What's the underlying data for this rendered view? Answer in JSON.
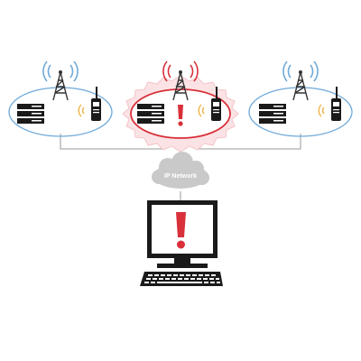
{
  "network": {
    "label": "IP Network"
  },
  "sites": [
    {
      "id": "site-left",
      "status": "normal"
    },
    {
      "id": "site-center",
      "status": "alarm"
    },
    {
      "id": "site-right",
      "status": "normal"
    }
  ],
  "colors": {
    "site_normal_outline": "#6fa9d8",
    "site_alarm_outline": "#d9303a",
    "alarm_glow": "#f3c4c8",
    "alert_mark": "#d9303a",
    "tower_wave_normal": "#6fa9d8",
    "tower_wave_alarm": "#d9303a",
    "radio_wave": "#f0b24a",
    "cloud": "#c9c9c9",
    "link_line": "#9a9a9a",
    "equipment": "#1a1a1a"
  },
  "icons": {
    "tower": "radio-tower-icon",
    "rack": "server-rack-icon",
    "handheld": "handheld-radio-icon",
    "cloud": "cloud-icon",
    "alert": "exclamation-icon",
    "workstation": "monitor-icon",
    "keyboard": "keyboard-icon"
  }
}
